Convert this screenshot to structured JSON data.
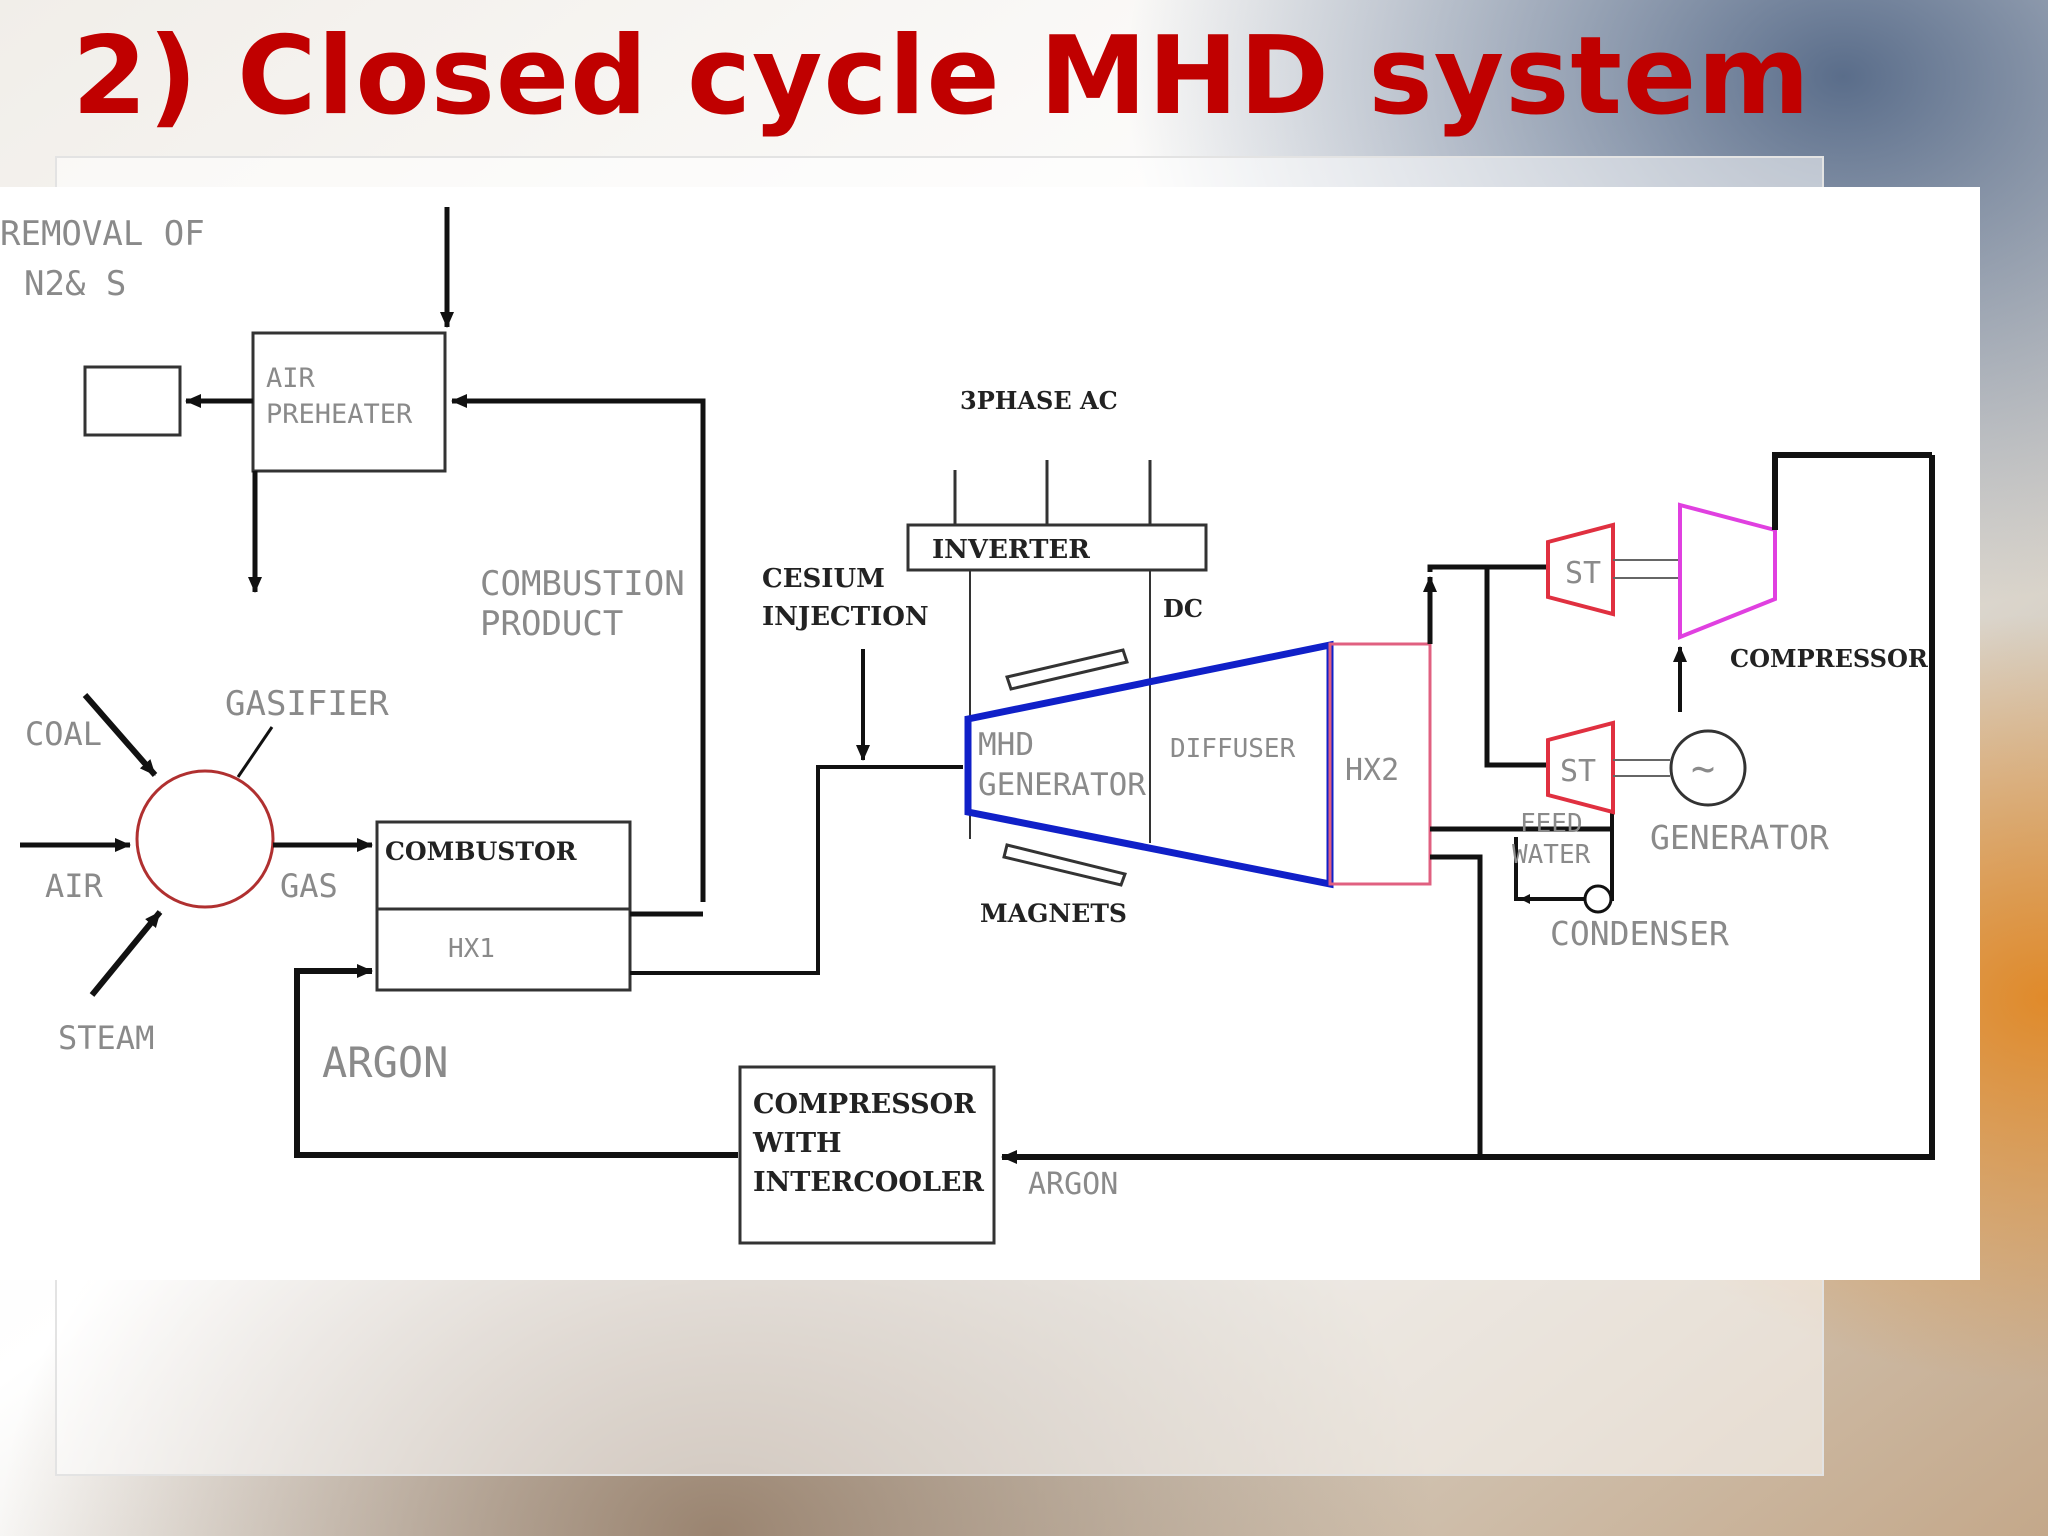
{
  "slide": {
    "title": "2) Closed cycle MHD system"
  },
  "diagram": {
    "labels": {
      "removal_line1": "REMOVAL OF",
      "removal_line2": "N2& S",
      "air_preheater_line1": "AIR",
      "air_preheater_line2": "PREHEATER",
      "combustion_product_line1": "COMBUSTION",
      "combustion_product_line2": "PRODUCT",
      "cesium_line1": "CESIUM",
      "cesium_line2": "INJECTION",
      "three_phase_ac": "3PHASE AC",
      "inverter": "INVERTER",
      "dc": "DC",
      "gasifier": "GASIFIER",
      "coal": "COAL",
      "air": "AIR",
      "gas": "GAS",
      "steam": "STEAM",
      "combustor": "COMBUSTOR",
      "hx1": "HX1",
      "argon_left": "ARGON",
      "mhd_line1": "MHD",
      "mhd_line2": "GENERATOR",
      "diffuser": "DIFFUSER",
      "magnets": "MAGNETS",
      "hx2": "HX2",
      "st_top": "ST",
      "st_bottom": "ST",
      "compressor_top": "COMPRESSOR",
      "generator_symbol": "~",
      "generator": "GENERATOR",
      "feed_line1": "FEED",
      "feed_line2": "WATER",
      "condenser": "CONDENSER",
      "compressor_intercooler_line1": "COMPRESSOR",
      "compressor_intercooler_line2": "WITH",
      "compressor_intercooler_line3": "INTERCOOLER",
      "argon_bottom": "ARGON"
    },
    "colors": {
      "mhd_channel": "#1020c8",
      "hx2_outline": "#e06080",
      "steam_turbine": "#e03040",
      "compressor_outline": "#e040e0",
      "gasifier_outline": "#b03030",
      "line": "#111111"
    }
  }
}
